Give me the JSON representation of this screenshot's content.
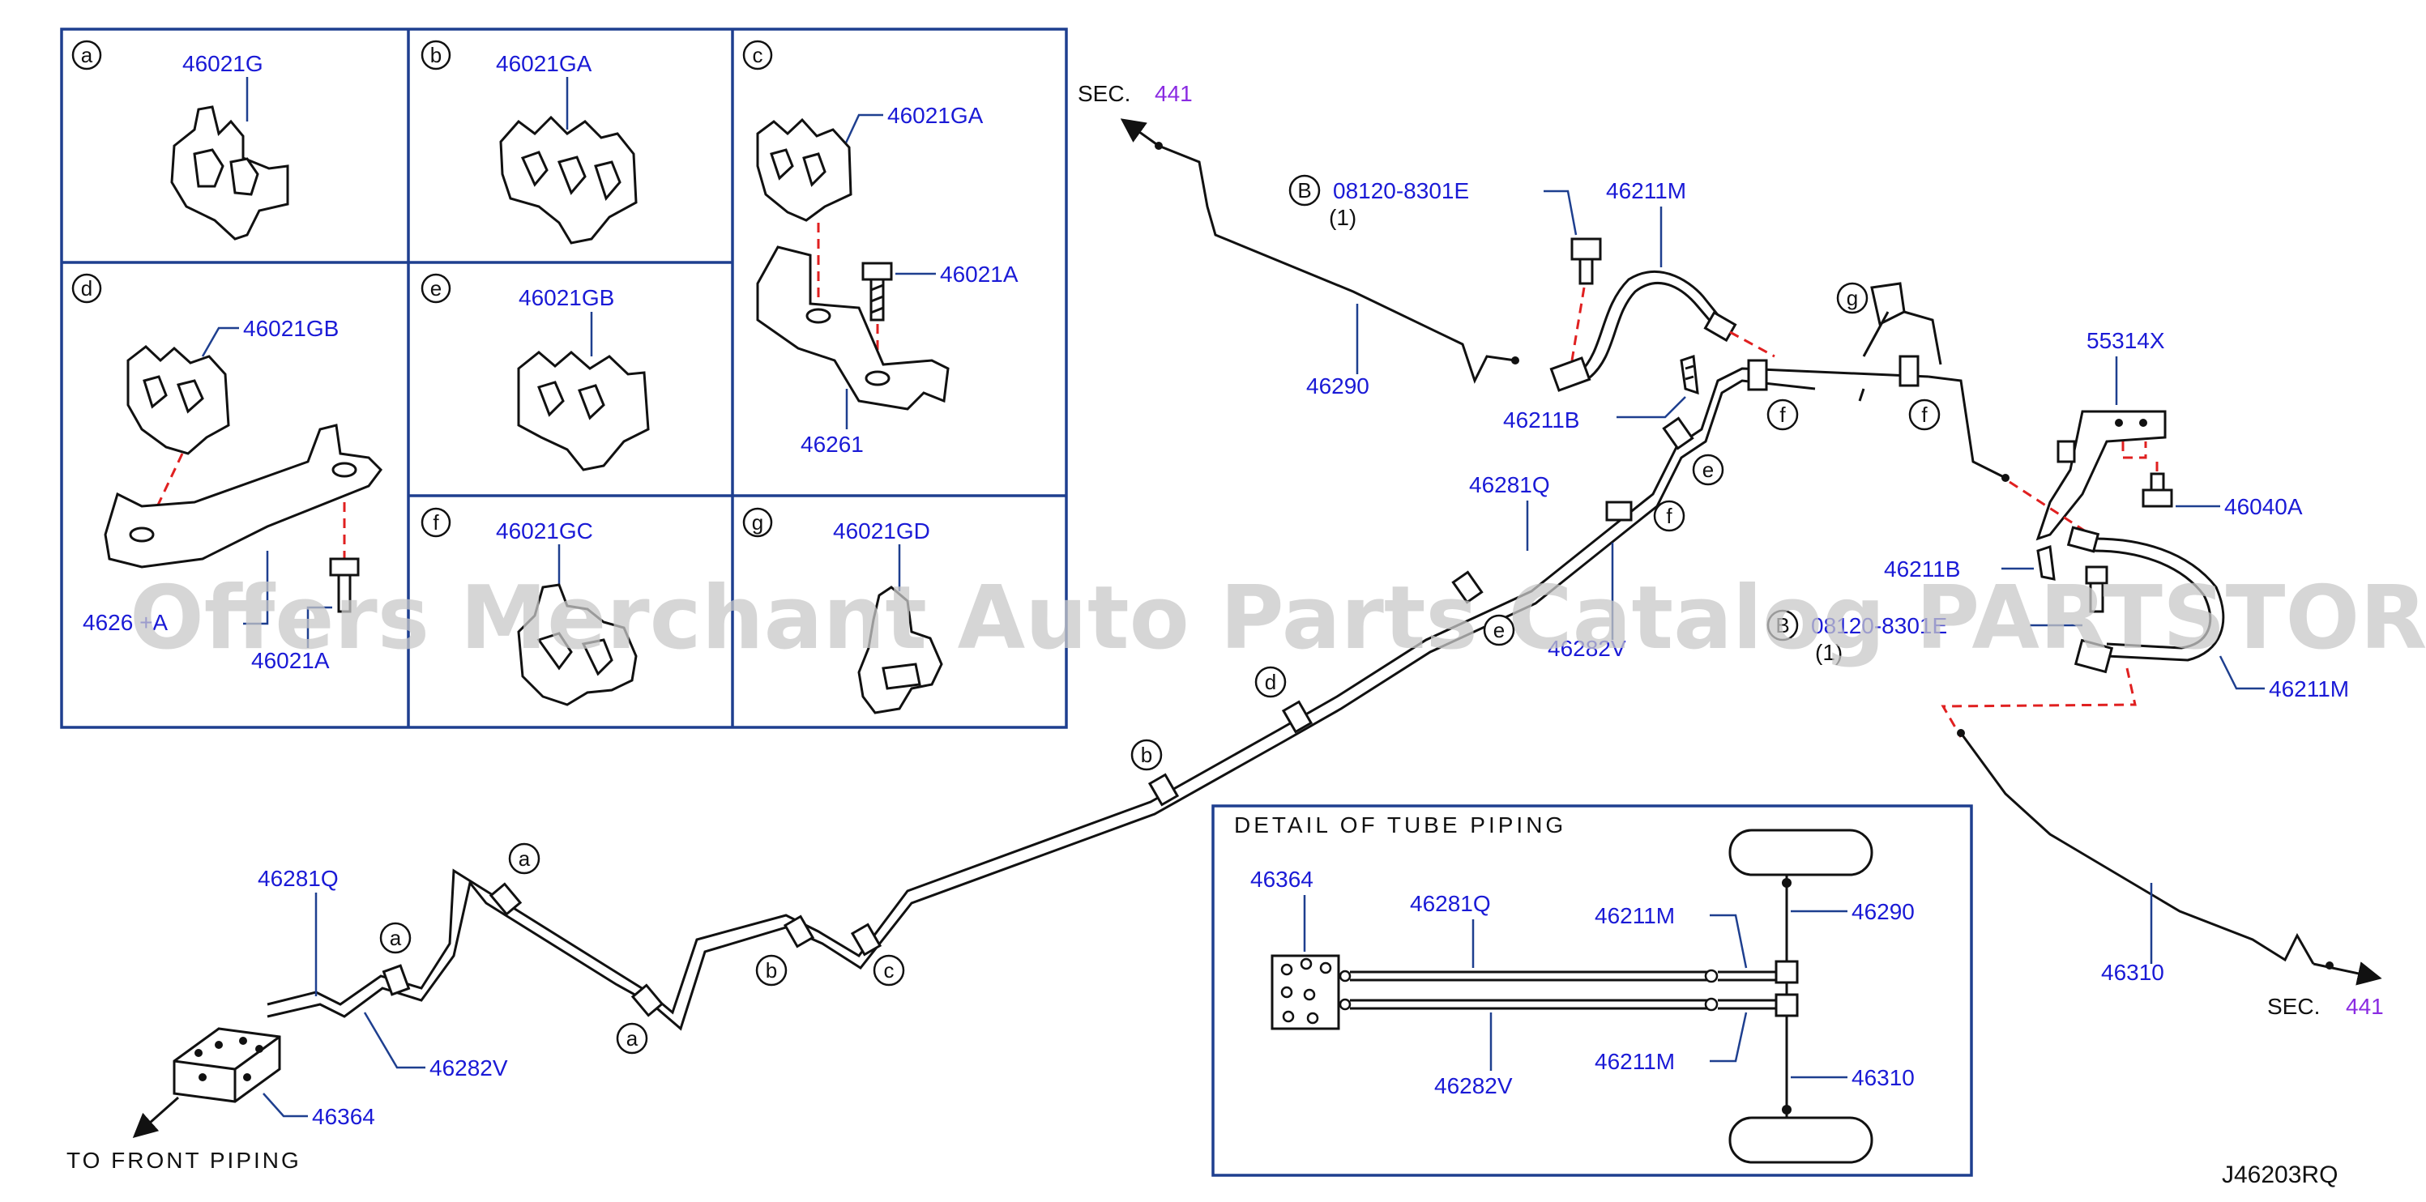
{
  "diagram_code": "J46203RQ",
  "watermark": "Offers Merchant Auto Parts Catalog PARTSTORE.SA",
  "sec_labels": [
    {
      "prefix": "SEC.",
      "number": "441"
    },
    {
      "prefix": "SEC.",
      "number": "441"
    }
  ],
  "front_piping_label": "TO FRONT PIPING",
  "clip_panels": {
    "a": {
      "letter": "a",
      "part": "46021G"
    },
    "b": {
      "letter": "b",
      "part": "46021GA"
    },
    "c": {
      "letter": "c",
      "part": "46021GA",
      "bracket": "46261",
      "bolt": "46021A"
    },
    "d": {
      "letter": "d",
      "part": "46021GB",
      "bracket": "4626 +A",
      "bolt": "46021A"
    },
    "e": {
      "letter": "e",
      "part": "46021GB"
    },
    "f": {
      "letter": "f",
      "part": "46021GC"
    },
    "g": {
      "letter": "g",
      "part": "46021GD"
    }
  },
  "main_parts": {
    "bolt_b": {
      "marker": "B",
      "part": "08120-8301E",
      "qty": "(1)"
    },
    "bolt_b2": {
      "marker": "B",
      "part": "08120-8301E",
      "qty": "(1)"
    },
    "hose_upper": "46211M",
    "hose_lower": "46211M",
    "clip_upper": "46211B",
    "clip_lower": "46211B",
    "tube_upper_left": "46290",
    "tube_lower_right": "46310",
    "tube_main_q": "46281Q",
    "tube_main_q2": "46281Q",
    "tube_main_v": "46282V",
    "tube_main_v2": "46282V",
    "bracket": "55314X",
    "bracket_bolt": "46040A",
    "block": "46364"
  },
  "detail": {
    "title": "DETAIL OF TUBE PIPING",
    "block": "46364",
    "tube_q": "46281Q",
    "tube_v": "46282V",
    "hose_top": "46211M",
    "hose_bottom": "46211M",
    "tube_top": "46290",
    "tube_bottom": "46310"
  },
  "callouts": [
    "a",
    "a",
    "a",
    "b",
    "b",
    "c",
    "d",
    "e",
    "e",
    "f",
    "f",
    "f",
    "g"
  ]
}
